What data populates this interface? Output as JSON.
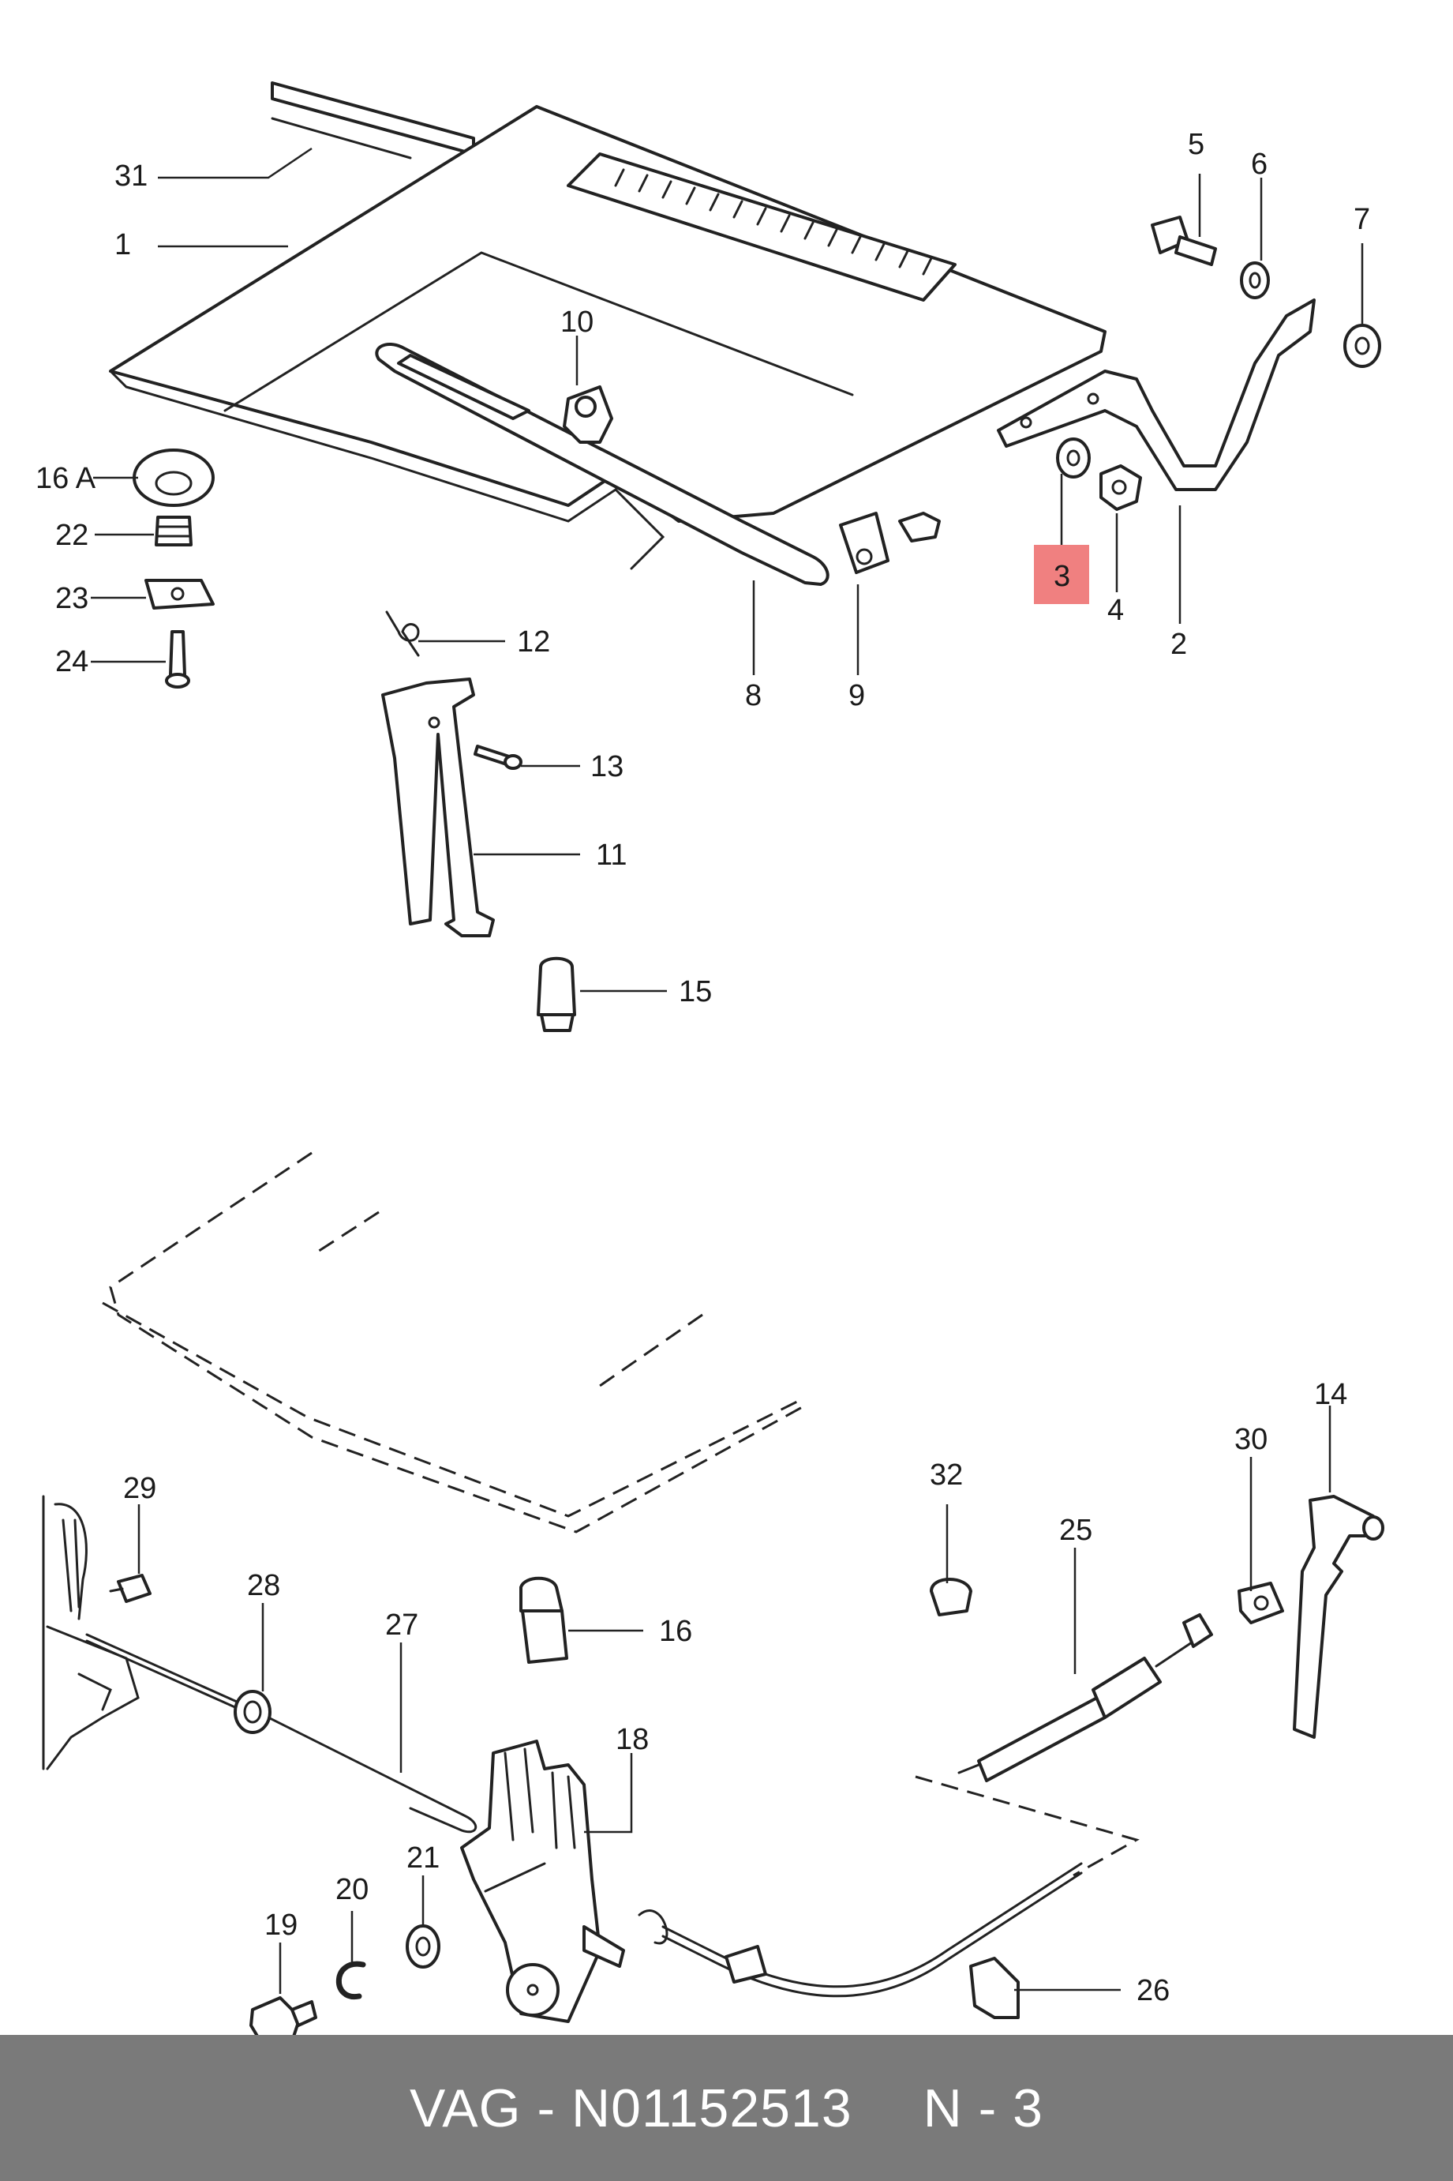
{
  "diagram": {
    "highlight_color": "#f08080",
    "highlighted_callout": "3",
    "callouts": [
      "31",
      "1",
      "5",
      "6",
      "7",
      "10",
      "16 A",
      "22",
      "23",
      "24",
      "3",
      "4",
      "2",
      "8",
      "9",
      "12",
      "13",
      "11",
      "15",
      "32",
      "14",
      "30",
      "25",
      "29",
      "28",
      "27",
      "16",
      "18",
      "21",
      "20",
      "19",
      "26"
    ]
  },
  "footer": {
    "brand": "VAG",
    "separator": "-",
    "part_number": "N01152513",
    "position_label": "N - 3",
    "background": "#7a7a7a"
  }
}
